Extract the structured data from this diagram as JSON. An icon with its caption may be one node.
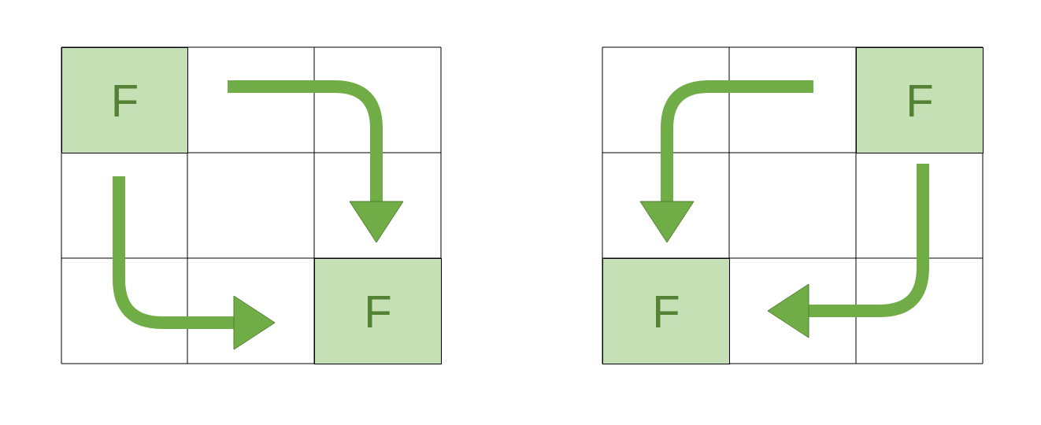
{
  "diagram": {
    "nodes": [
      {
        "text": [
          "F"
        ]
      },
      {
        "text": [
          "F"
        ]
      },
      {
        "text": [
          "F"
        ]
      },
      {
        "text": [
          "F"
        ]
      }
    ]
  }
}
